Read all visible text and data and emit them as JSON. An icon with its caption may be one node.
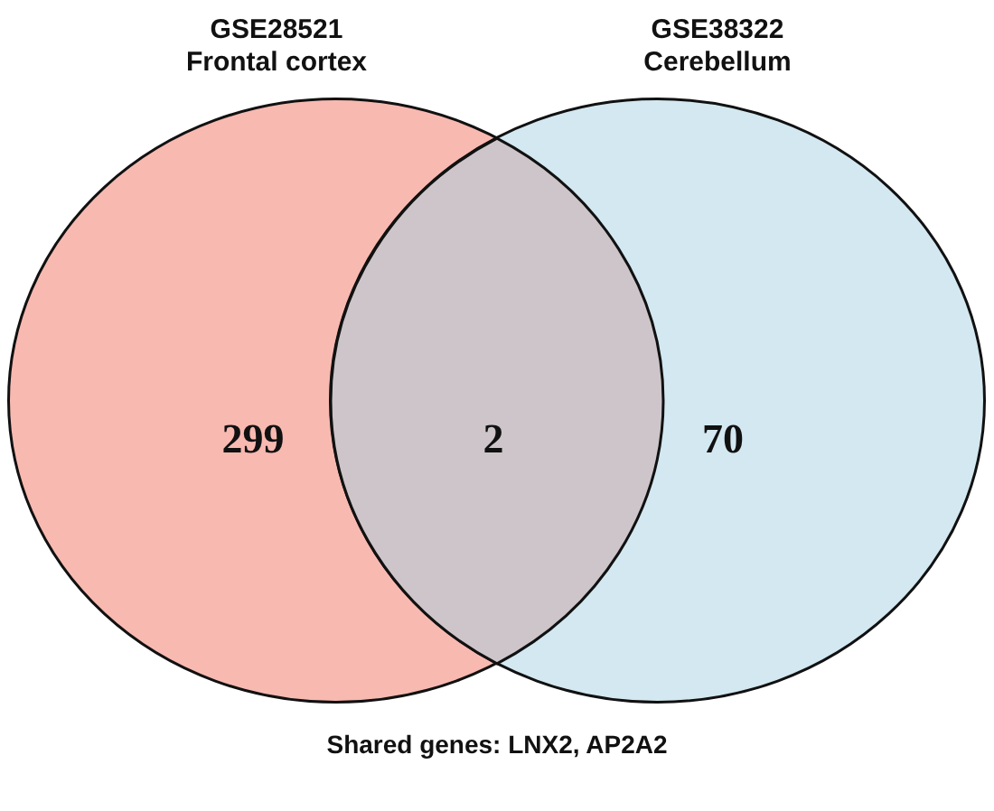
{
  "diagram": {
    "caption": "Shared genes: LNX2, AP2A2",
    "nodes": [
      {
        "text": [
          "GSE28521",
          "Frontal cortex",
          "299"
        ]
      },
      {
        "text": [
          "GSE38322",
          "Cerebellum",
          "70"
        ]
      }
    ],
    "labels": [
      "2"
    ]
  }
}
